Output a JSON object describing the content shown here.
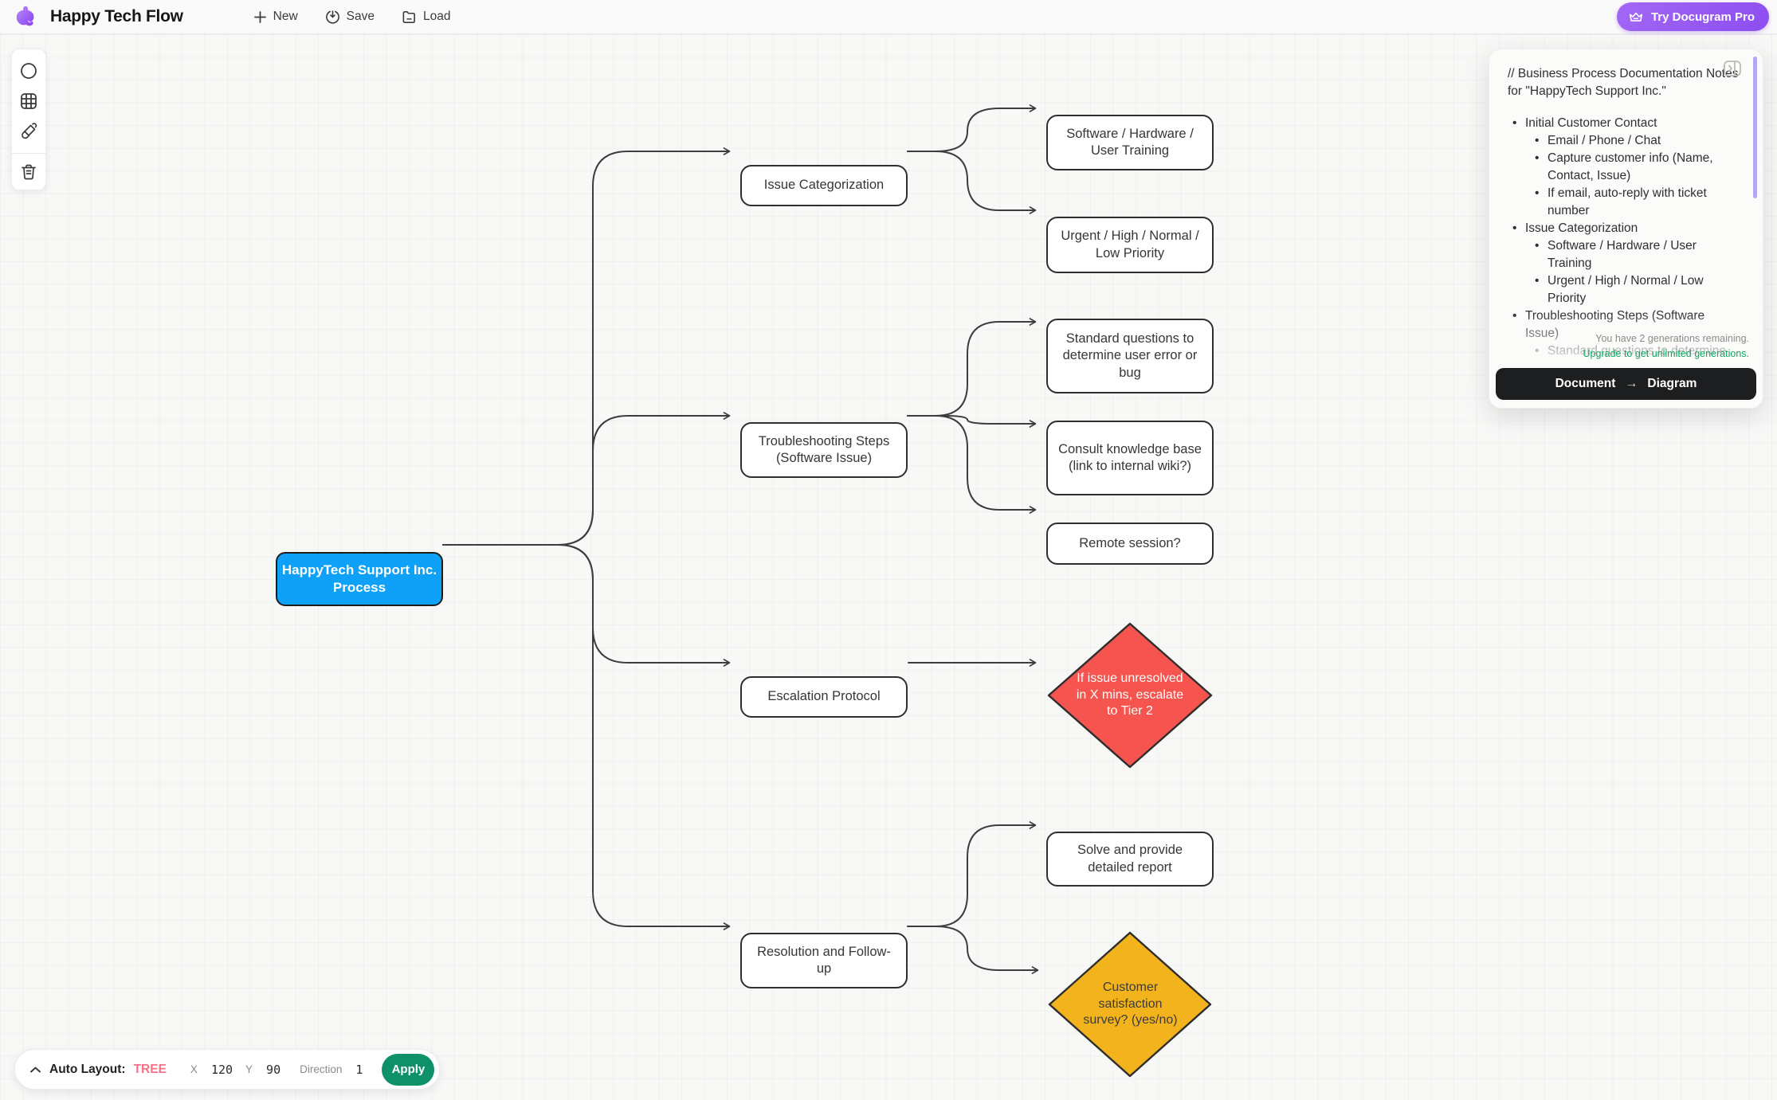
{
  "header": {
    "app_title": "Happy Tech Flow",
    "menu": {
      "new_label": "New",
      "save_label": "Save",
      "load_label": "Load"
    },
    "pro_button_label": "Try Docugram Pro"
  },
  "notes_panel": {
    "title": "// Business Process Documentation Notes for \"HappyTech Support Inc.\"",
    "bullets": [
      {
        "level": 1,
        "text": "Initial Customer Contact"
      },
      {
        "level": 2,
        "text": "Email / Phone / Chat"
      },
      {
        "level": 2,
        "text": "Capture customer info (Name, Contact, Issue)"
      },
      {
        "level": 2,
        "text": "If email, auto-reply with ticket number"
      },
      {
        "level": 1,
        "text": "Issue Categorization"
      },
      {
        "level": 2,
        "text": "Software / Hardware / User Training"
      },
      {
        "level": 2,
        "text": "Urgent / High / Normal / Low Priority"
      },
      {
        "level": 1,
        "text": "Troubleshooting Steps (Software Issue)"
      },
      {
        "level": 2,
        "text": "Standard questions to determine"
      }
    ],
    "credits_remaining": "You have 2 generations remaining.",
    "upgrade_link": "Upgrade to get unlimited generations.",
    "convert_button": {
      "from": "Document",
      "arrow": "→",
      "to": "Diagram"
    }
  },
  "auto_layout_bar": {
    "label": "Auto Layout:",
    "mode": "TREE",
    "x_label": "X",
    "x_value": "120",
    "y_label": "Y",
    "y_value": "90",
    "direction_label": "Direction",
    "direction_value": "1",
    "apply_label": "Apply"
  },
  "diagram": {
    "nodes": [
      {
        "id": "root",
        "shape": "rounded-rect",
        "color": "blue",
        "label": "HappyTech Support Inc. Process"
      },
      {
        "id": "issue-categorization",
        "shape": "rounded-rect",
        "color": "white",
        "label": "Issue Categorization"
      },
      {
        "id": "software-hardware",
        "shape": "rounded-rect",
        "color": "white",
        "label": "Software / Hardware / User Training"
      },
      {
        "id": "urgent-priority",
        "shape": "rounded-rect",
        "color": "white",
        "label": "Urgent / High / Normal / Low Priority"
      },
      {
        "id": "troubleshooting",
        "shape": "rounded-rect",
        "color": "white",
        "label": "Troubleshooting Steps (Software Issue)"
      },
      {
        "id": "standard-questions",
        "shape": "rounded-rect",
        "color": "white",
        "label": "Standard questions to determine user error or bug"
      },
      {
        "id": "consult-kb",
        "shape": "rounded-rect",
        "color": "white",
        "label": "Consult knowledge base (link to internal wiki?)"
      },
      {
        "id": "remote-session",
        "shape": "rounded-rect",
        "color": "white",
        "label": "Remote session?"
      },
      {
        "id": "escalation",
        "shape": "rounded-rect",
        "color": "white",
        "label": "Escalation Protocol"
      },
      {
        "id": "escalate-tier2",
        "shape": "diamond",
        "color": "red",
        "label": "If issue unresolved in X mins, escalate to Tier 2"
      },
      {
        "id": "resolution",
        "shape": "rounded-rect",
        "color": "white",
        "label": "Resolution and Follow-up"
      },
      {
        "id": "solve-report",
        "shape": "rounded-rect",
        "color": "white",
        "label": "Solve and provide detailed report"
      },
      {
        "id": "satisfaction-survey",
        "shape": "diamond",
        "color": "yellow",
        "label": "Customer satisfaction survey? (yes/no)"
      }
    ]
  },
  "colors": {
    "node_blue": "#0ea1f7",
    "diamond_red": "#f5554e",
    "diamond_yellow": "#f2b31c",
    "apply_green": "#0e9168",
    "tree_pink": "#fb7185",
    "pro_purple": "#8d4df0",
    "upgrade_green": "#10a35f",
    "scrollbar_purple": "#b3a6f6",
    "edge_gray": "#3d3d3d"
  }
}
